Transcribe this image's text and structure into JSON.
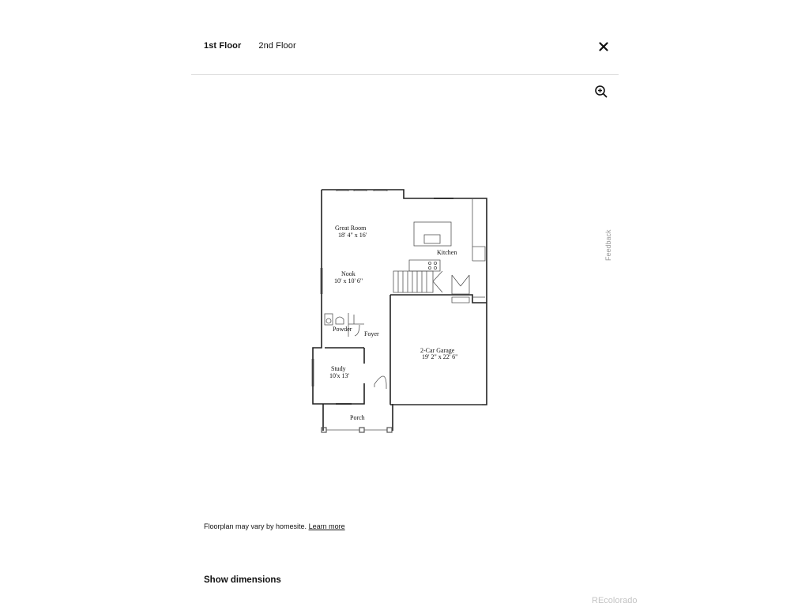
{
  "tabs": [
    {
      "label": "1st Floor",
      "active": true
    },
    {
      "label": "2nd Floor",
      "active": false
    }
  ],
  "icons": {
    "close": "close-icon",
    "zoom": "zoom-in-icon"
  },
  "floorplan": {
    "rooms": [
      {
        "name": "Great Room",
        "dims": "18' 4\" x 16'"
      },
      {
        "name": "Kitchen",
        "dims": ""
      },
      {
        "name": "Nook",
        "dims": "10' x 10' 6\""
      },
      {
        "name": "Powder",
        "dims": ""
      },
      {
        "name": "Foyer",
        "dims": ""
      },
      {
        "name": "2-Car Garage",
        "dims": "19' 2\" x 22' 6\""
      },
      {
        "name": "Study",
        "dims": "10'x 13'"
      },
      {
        "name": "Porch",
        "dims": ""
      }
    ]
  },
  "feedback": "Feedback",
  "note": {
    "text": "Floorplan may vary by homesite.",
    "link": "Learn more"
  },
  "show_dimensions": "Show dimensions",
  "credit": "REcolorado"
}
